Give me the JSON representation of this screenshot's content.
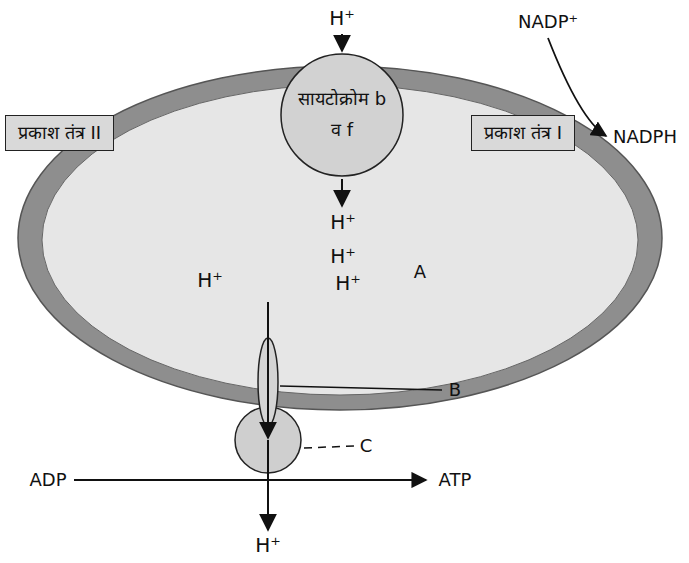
{
  "diagram": {
    "nodes": [
      {
        "text": [
          "प्रकाश तंत्र II"
        ]
      },
      {
        "text": [
          "सायटोक्रोम b व f"
        ]
      },
      {
        "text": [
          "प्रकाश तंत्र I"
        ]
      }
    ],
    "labels": [
      "H⁺",
      "NADP⁺",
      "NADPH",
      "H⁺",
      "H⁺",
      "H⁺",
      "H⁺",
      "A",
      "B",
      "C",
      "ADP",
      "ATP",
      "H⁺"
    ]
  }
}
